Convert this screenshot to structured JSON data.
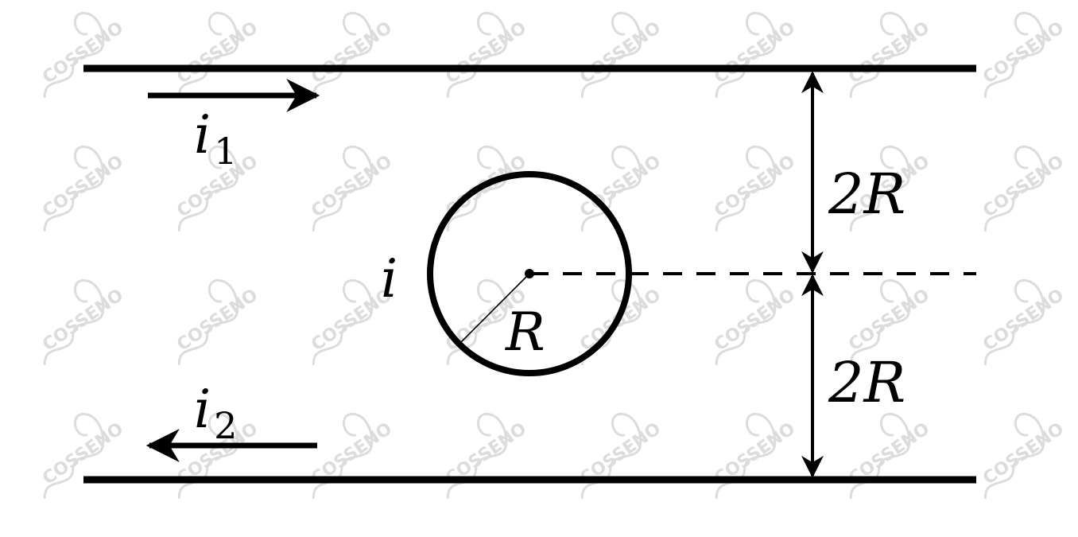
{
  "watermark": {
    "text": "COSSENO",
    "color": "#d9d9d9"
  },
  "labels": {
    "current_1_symbol": "i",
    "current_1_sub": "1",
    "current_2_symbol": "i",
    "current_2_sub": "2",
    "loop_current": "i",
    "radius": "R",
    "upper_distance": "2R",
    "lower_distance": "2R"
  },
  "colors": {
    "ink": "#000000",
    "background": "#ffffff"
  }
}
